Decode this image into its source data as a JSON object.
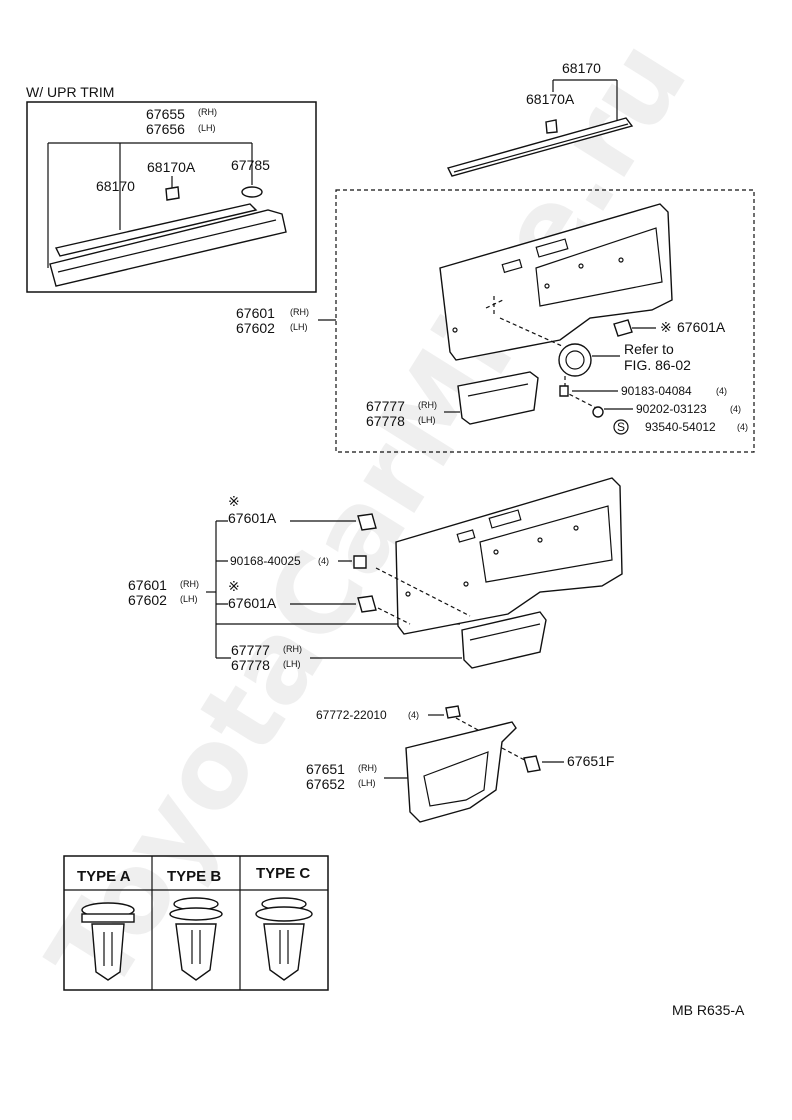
{
  "header": {
    "upr_trim_label": "W/ UPR TRIM"
  },
  "top_box": {
    "p67655": "67655",
    "p67656": "67656",
    "p68170A": "68170A",
    "p67785": "67785",
    "p68170": "68170"
  },
  "top_right": {
    "p68170": "68170",
    "p68170A": "68170A"
  },
  "panel_a": {
    "p67601": "67601",
    "p67602": "67602",
    "p67601A": "67601A",
    "refer1": "Refer to",
    "refer2": "FIG. 86-02",
    "bolt1": "90183-04084",
    "bolt2": "90202-03123",
    "bolt3": "93540-54012",
    "qty": "(4)",
    "circle_s": "S",
    "p67777": "67777",
    "p67778": "67778"
  },
  "panel_b": {
    "p67601A_1": "67601A",
    "screw": "90168-40025",
    "qty": "(4)",
    "p67601": "67601",
    "p67602": "67602",
    "p67601A_2": "67601A",
    "p67777": "67777",
    "p67778": "67778"
  },
  "panel_c": {
    "p67772": "67772-22010",
    "qty": "(4)",
    "p67651": "67651",
    "p67652": "67652",
    "p67651F": "67651F"
  },
  "sides": {
    "rh": "(RH)",
    "lh": "(LH)"
  },
  "asterisk": "※",
  "type_table": {
    "headers": [
      "TYPE A",
      "TYPE B",
      "TYPE C"
    ]
  },
  "figure_code": "MB R635-A",
  "watermark": "ToyotaCarMine.ru"
}
